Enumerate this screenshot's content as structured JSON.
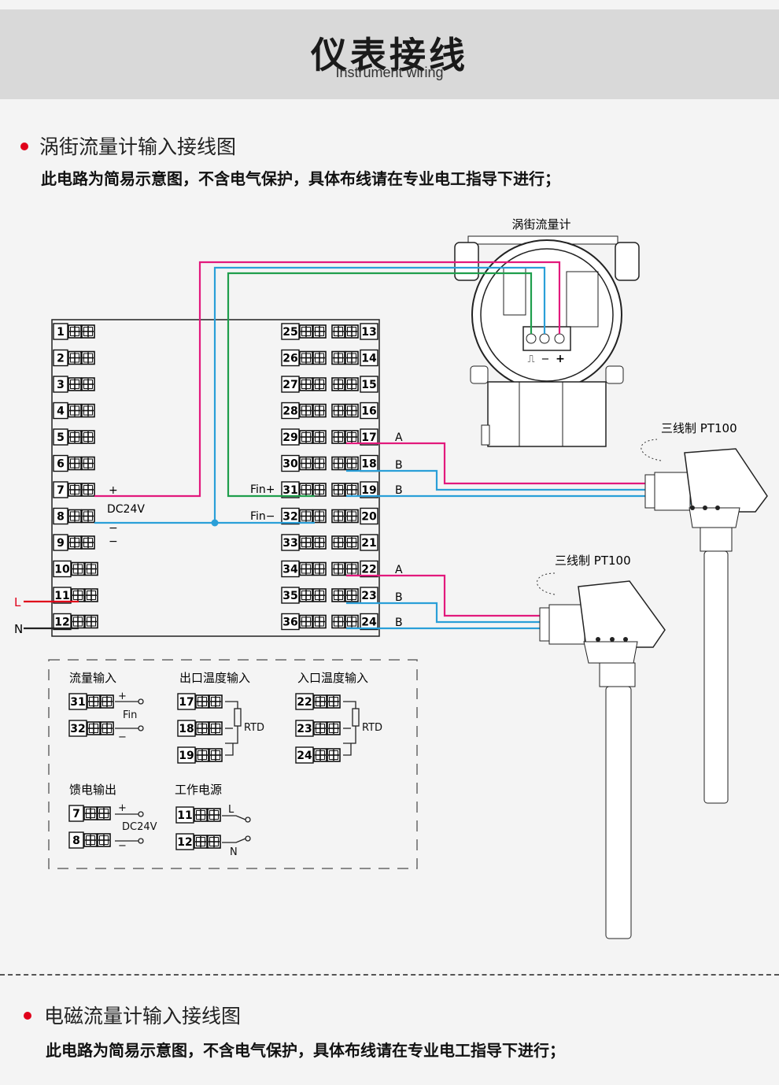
{
  "header": {
    "title": "仪表接线",
    "subtitle": "Instrument wiring"
  },
  "section1": {
    "title": "涡街流量计输入接线图",
    "note": "此电路为简易示意图，不含电气保护，具体布线请在专业电工指导下进行；"
  },
  "section2": {
    "title": "电磁流量计输入接线图",
    "note": "此电路为简易示意图，不含电气保护，具体布线请在专业电工指导下进行；"
  },
  "diagram": {
    "flowmeter_label": "涡街流量计",
    "flowmeter_terminals": [
      "⎍",
      "−",
      "+"
    ],
    "left_terminals": [
      "1",
      "2",
      "3",
      "4",
      "5",
      "6",
      "7",
      "8",
      "9",
      "10",
      "11",
      "12"
    ],
    "mid_terminals": [
      "25",
      "26",
      "27",
      "28",
      "29",
      "30",
      "31",
      "32",
      "33",
      "34",
      "35",
      "36"
    ],
    "right_terminals": [
      "13",
      "14",
      "15",
      "16",
      "17",
      "18",
      "19",
      "20",
      "21",
      "22",
      "23",
      "24"
    ],
    "plus": "+",
    "minus": "−",
    "dc24v": "DC24V",
    "fin_plus": "Fin+",
    "fin_minus": "Fin−",
    "L": "L",
    "N": "N",
    "A": "A",
    "B": "B",
    "pt100_label": "三线制  PT100",
    "legend": {
      "flow_input": "流量输入",
      "outlet_temp": "出口温度输入",
      "inlet_temp": "入口温度输入",
      "feed_output": "馈电输出",
      "power": "工作电源",
      "fin": "Fin",
      "rtd": "RTD",
      "t31": "31",
      "t32": "32",
      "t17": "17",
      "t18": "18",
      "t19": "19",
      "t22": "22",
      "t23": "23",
      "t24": "24",
      "t7": "7",
      "t8": "8",
      "t11": "11",
      "t12": "12"
    }
  },
  "colors": {
    "pink": "#e2197c",
    "blue": "#2a9fd8",
    "green": "#1f9e4c",
    "red": "#e0001a"
  }
}
